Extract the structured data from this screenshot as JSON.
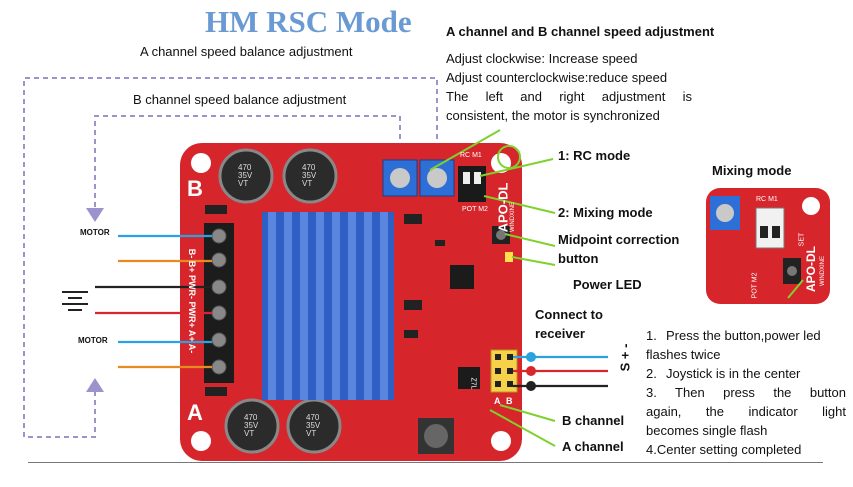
{
  "title": "HM RSC Mode",
  "labels": {
    "a_balance": "A channel speed balance adjustment",
    "b_balance": "B channel speed balance adjustment",
    "speed_heading": "A channel and B channel speed adjustment",
    "speed_lines": [
      "Adjust clockwise: Increase speed",
      "Adjust counterclockwise:reduce speed",
      "The left and right adjustment is",
      "consistent, the motor is synchronized"
    ],
    "rc_mode": "1: RC mode",
    "mixing_mode": "2: Mixing mode",
    "midpoint_button": [
      "Midpoint correction",
      "button"
    ],
    "power_led": "Power LED",
    "connect_receiver": [
      "Connect to",
      "receiver"
    ],
    "mixing_mode_heading": "Mixing mode",
    "motor_a": "MOTOR",
    "motor_b": "MOTOR",
    "b_channel": "B channel",
    "a_channel": "A channel",
    "signal_pins": "S + -"
  },
  "steps": [
    {
      "num": "1.",
      "lines": [
        "Press the button,power led",
        "flashes twice"
      ]
    },
    {
      "num": "2.",
      "lines": [
        "Joystick is in the center"
      ]
    },
    {
      "num": "3.",
      "lines": [
        "Then press the button",
        "again, the indicator light",
        "becomes single flash"
      ]
    },
    {
      "num": "4.",
      "lines": [
        "Center setting completed"
      ]
    }
  ],
  "board_marks": {
    "big_b": "B",
    "big_a": "A",
    "terminal_text": "B- B+ PWR- PWR+ A+ A-",
    "model": "APO-DL",
    "brand": "WINDXINE",
    "cap_text": [
      "470",
      "35V",
      "VT"
    ],
    "switch_labels": [
      "RC",
      "M1",
      "M2"
    ],
    "pot_labels": [
      "POT M2",
      "SET"
    ],
    "pin_ab": [
      "A",
      "B"
    ],
    "ic_text": "Z7L"
  },
  "colors": {
    "title": "#6a9ad4",
    "board": "#d6252b",
    "heatsink": "#2f5fc4",
    "dashed_line": "#9a93cc",
    "callout_line": "#7fd12e",
    "wire_blue": "#2aa1e0",
    "wire_orange": "#e88a1e",
    "wire_red": "#d8262a",
    "wire_black": "#222222"
  }
}
